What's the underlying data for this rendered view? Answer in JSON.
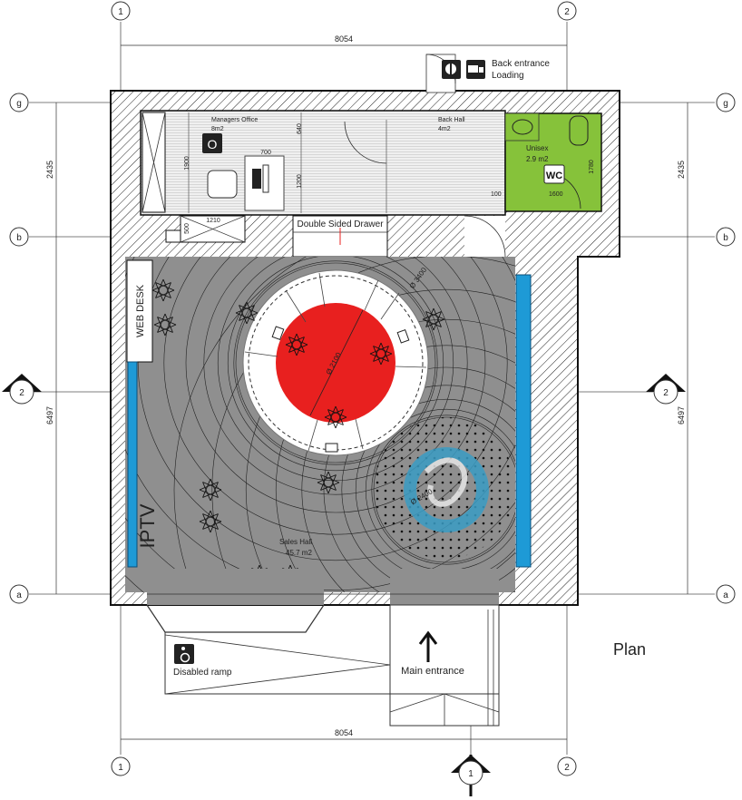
{
  "title": "Plan",
  "grid": {
    "vertical": [
      "1",
      "2"
    ],
    "horizontal": [
      "g",
      "b",
      "a"
    ],
    "sections": [
      "2",
      "2",
      "1"
    ]
  },
  "dimensions": {
    "top_width": "8054",
    "bottom_width": "8054",
    "left_upper": "2435",
    "left_lower": "6497",
    "right_upper": "2435",
    "right_lower": "6497",
    "office_1900": "1900",
    "office_640": "640",
    "office_1200": "1200",
    "desk_700": "700",
    "cabinet_1210": "1210",
    "cabinet_500": "500",
    "wc_100": "100",
    "wc_1600": "1600",
    "wc_1780": "1780",
    "dia_outer": "Ø 3400",
    "dia_red": "Ø 2100",
    "dia_logo": "Ø 2400"
  },
  "rooms": {
    "managers_office": {
      "name": "Managers Office",
      "area": "8m2",
      "badge": "O"
    },
    "back_hall": {
      "name": "Back Hall",
      "area": "4m2"
    },
    "unisex": {
      "name": "Unisex",
      "area": "2.9 m2",
      "badge": "WC"
    },
    "sales_hall": {
      "name": "Sales Hall",
      "area": "45.7 m2"
    }
  },
  "labels": {
    "back_entrance": "Back entrance",
    "loading": "Loading",
    "double_sided_drawer": "Double Sided Drawer",
    "web_desk": "WEB DESK",
    "iptv": "IPTV",
    "disabled_ramp": "Disabled ramp",
    "main_entrance": "Main entrance"
  },
  "colors": {
    "hall": "#8f8f8f",
    "red_table": "#e8201f",
    "wc_green": "#86c23a",
    "screen_blue": "#1e9ad6",
    "logo_blue": "#3a9cc4"
  }
}
